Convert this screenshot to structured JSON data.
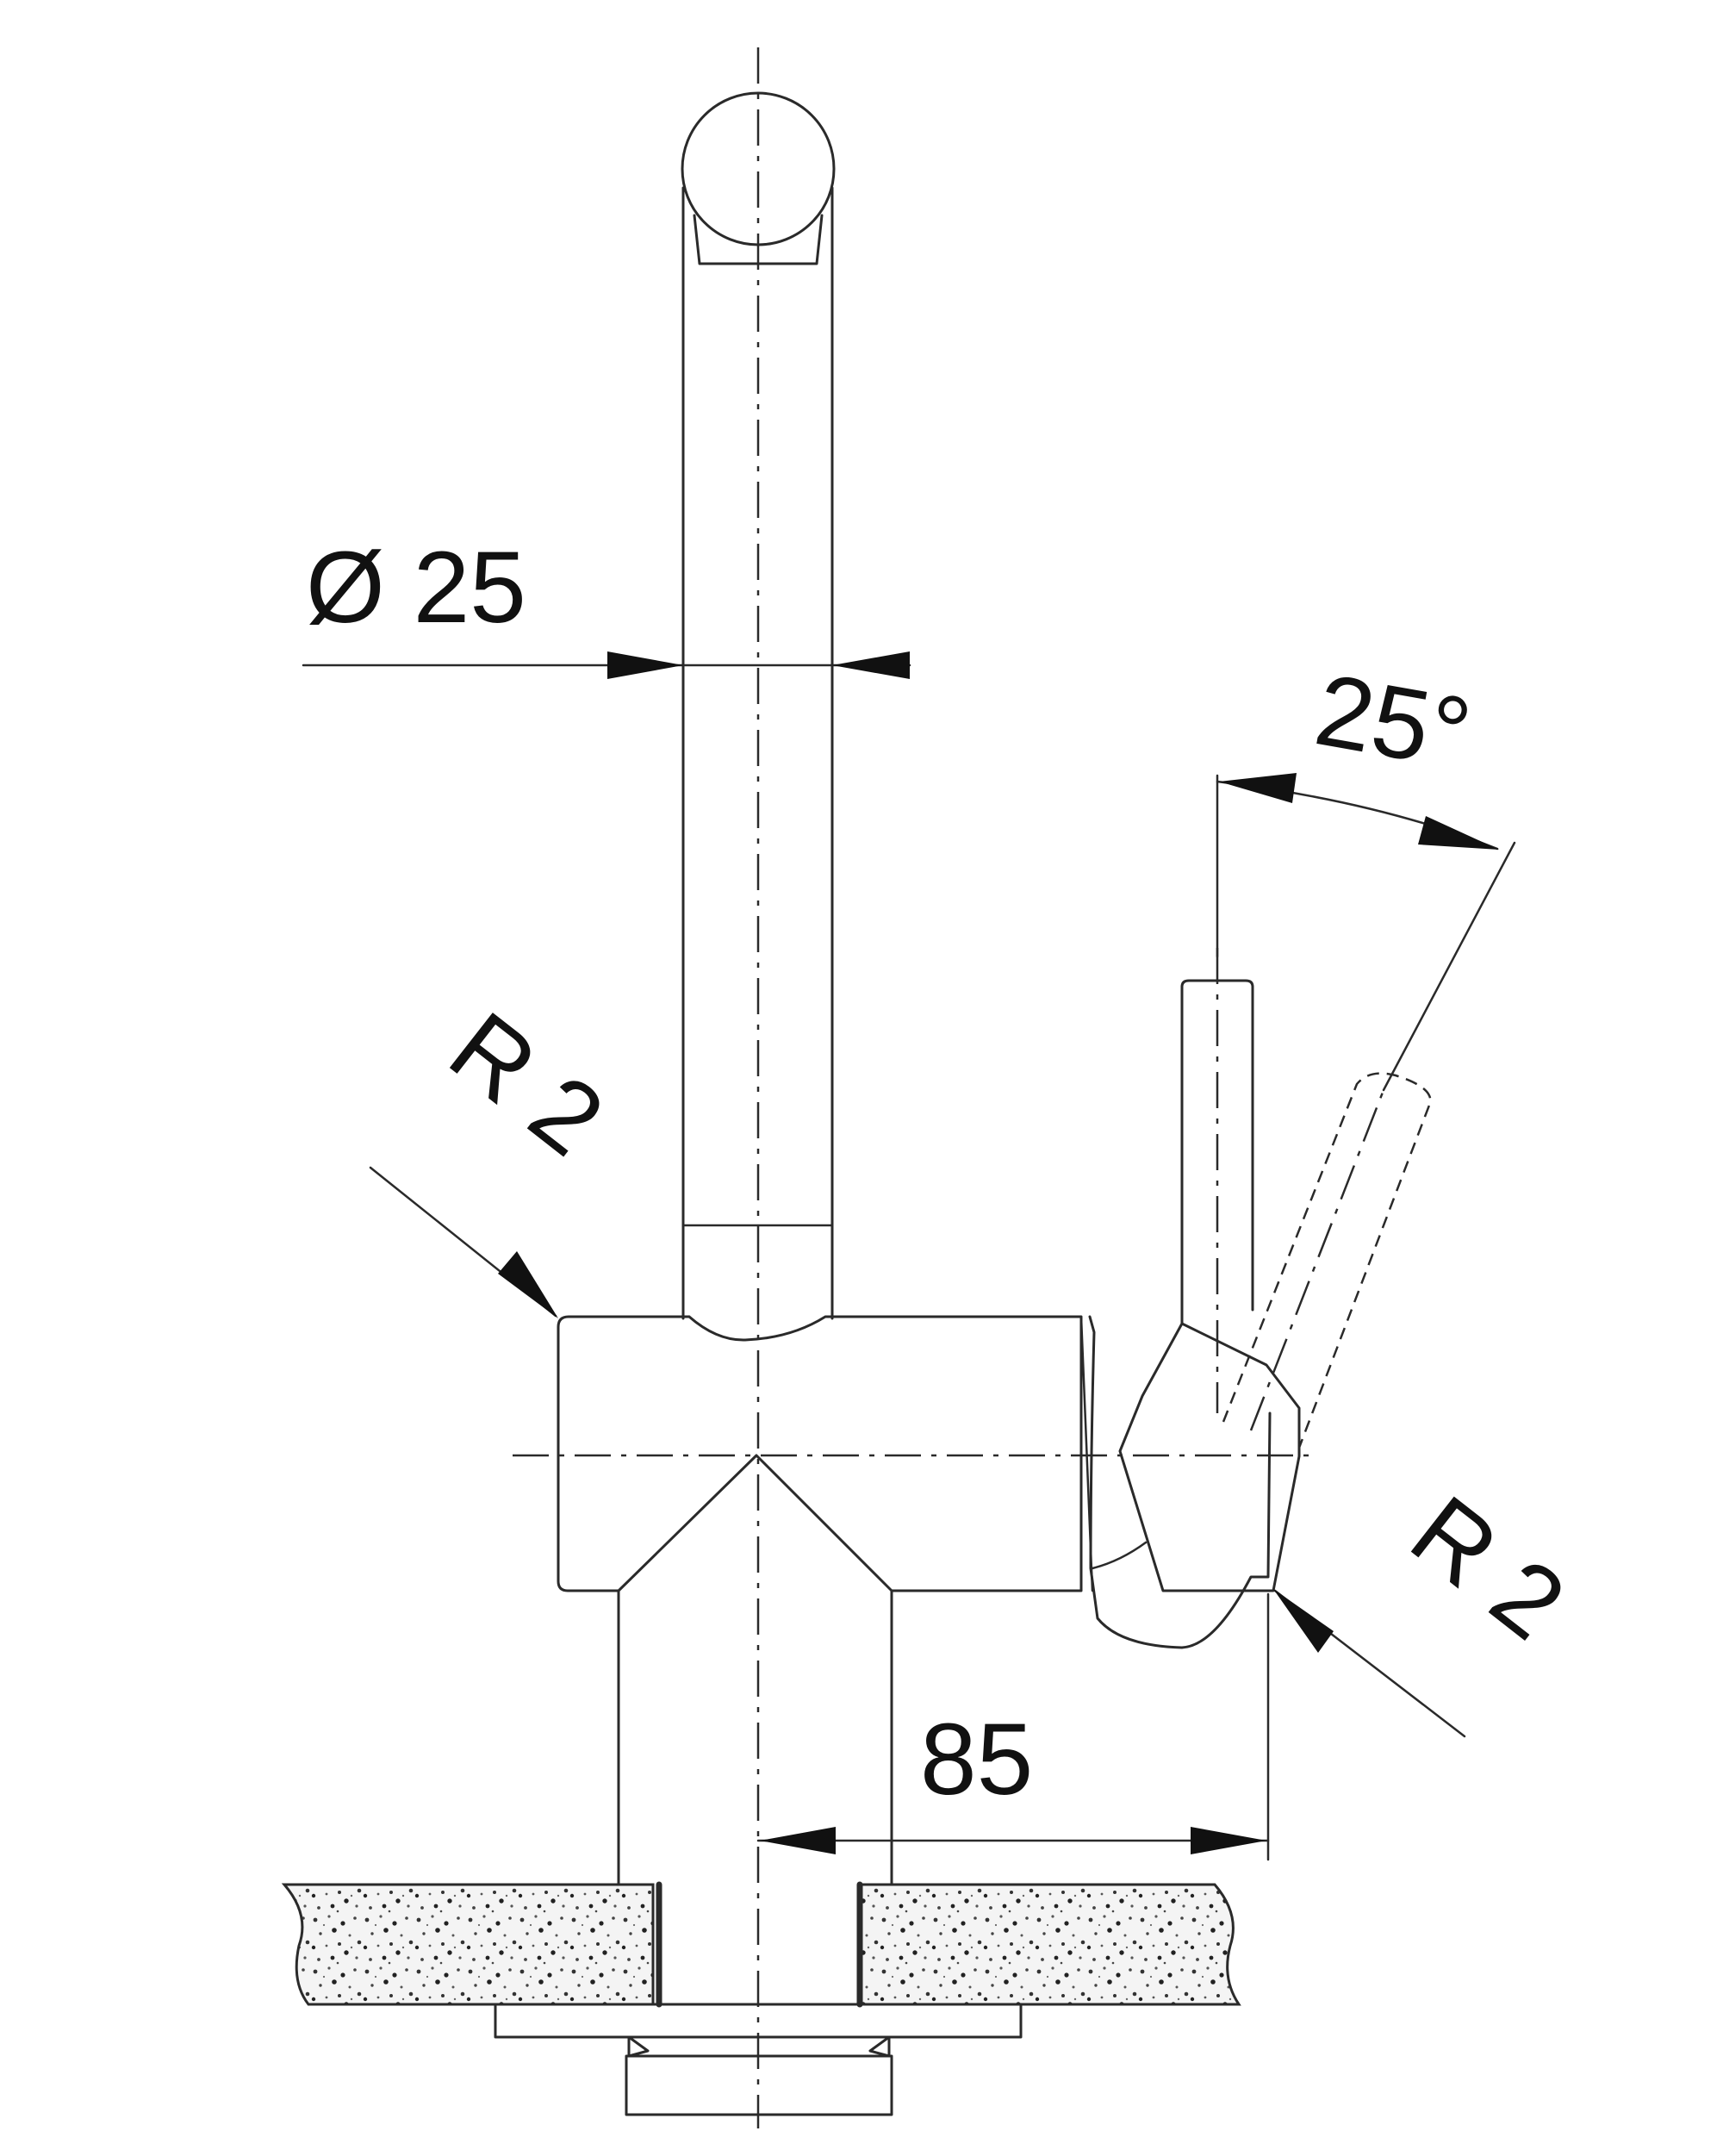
{
  "dimensions": {
    "diameter": "Ø 25",
    "angle": "25°",
    "radius_left": "R 2",
    "radius_right": "R 2",
    "depth": "85"
  },
  "colors": {
    "line": "#2a2a2a",
    "text": "#111111",
    "background": "#ffffff",
    "countertop_fill": "#f2f2f2"
  }
}
